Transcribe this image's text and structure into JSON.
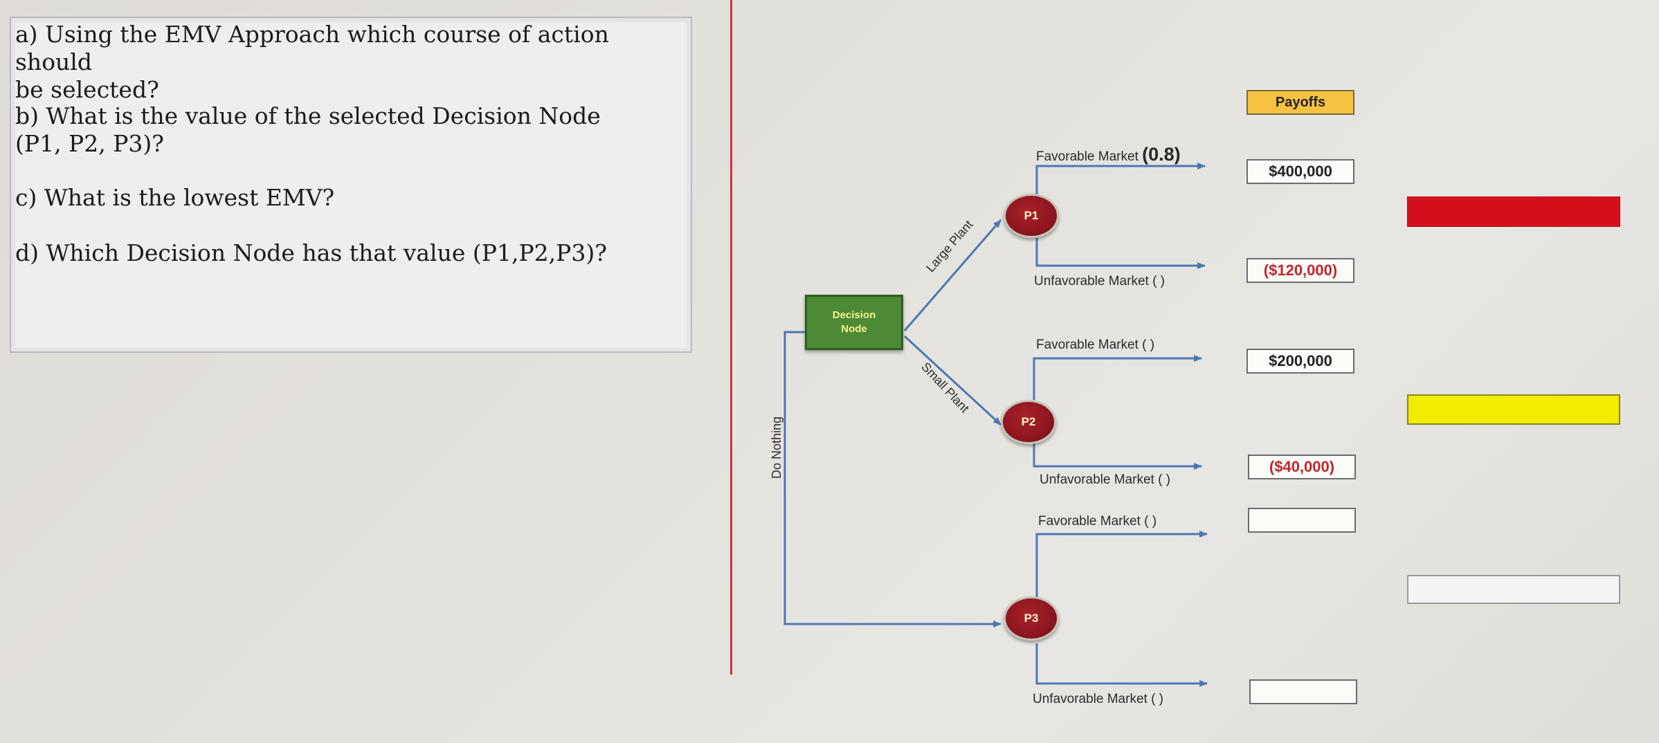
{
  "questions": [
    "a) Using the EMV Approach which course of action should\nbe selected?",
    "b) What is the value of the selected Decision Node\n(P1, P2, P3)?",
    "c) What is the lowest EMV?",
    "d) Which Decision Node has that value (P1,P2,P3)?"
  ],
  "tree": {
    "decision_node": "Decision\nNode",
    "branches": {
      "large": "Large Plant",
      "small": "Small Plant",
      "nothing": "Do Nothing"
    },
    "nodes": {
      "p1": "P1",
      "p2": "P2",
      "p3": "P3"
    },
    "outcomes": {
      "p1_fav_text": "Favorable Market",
      "p1_fav_prob": "(0.8)",
      "p1_unfav": "Unfavorable  Market ( )",
      "p2_fav": "Favorable Market ( )",
      "p2_unfav": "Unfavorable Market ( )",
      "p3_fav": "Favorable Market ( )",
      "p3_unfav": "Unfavorable Market ( )"
    }
  },
  "payoffs": {
    "header": "Payoffs",
    "p1_fav": "$400,000",
    "p1_unfav": "($120,000)",
    "p2_fav": "$200,000",
    "p2_unfav": "($40,000)",
    "p3_fav": "",
    "p3_unfav": ""
  },
  "colors": {
    "bar_p1": "#d40f1c",
    "bar_p2": "#f2ec00",
    "bar_p3": "#f4f4f2",
    "accent_line": "#c3363b",
    "branch_line": "#4b77b3"
  }
}
